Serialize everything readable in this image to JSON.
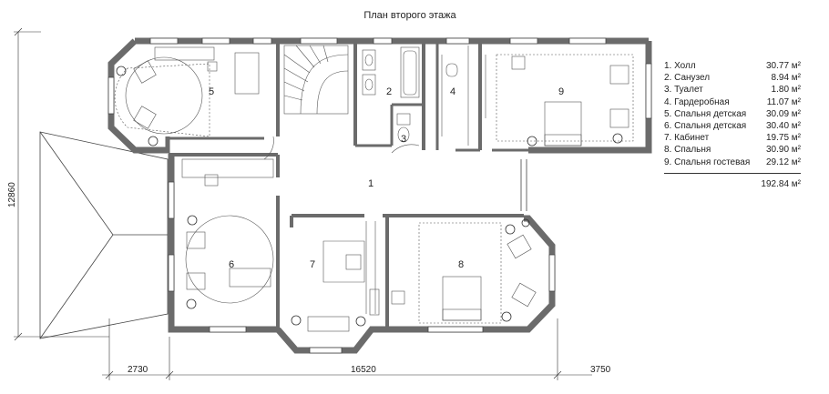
{
  "title": "План второго этажа",
  "rooms": [
    {
      "num": "1",
      "name": "Холл",
      "area": "30.77 м²"
    },
    {
      "num": "2",
      "name": "Санузел",
      "area": "8.94 м²"
    },
    {
      "num": "3",
      "name": "Туалет",
      "area": "1.80 м²"
    },
    {
      "num": "4",
      "name": "Гардеробная",
      "area": "11.07 м²"
    },
    {
      "num": "5",
      "name": "Спальня детская",
      "area": "30.09 м²"
    },
    {
      "num": "6",
      "name": "Спальня детская",
      "area": "30.40 м²"
    },
    {
      "num": "7",
      "name": "Кабинет",
      "area": "19.75 м²"
    },
    {
      "num": "8",
      "name": "Спальня",
      "area": "30.90 м²"
    },
    {
      "num": "9",
      "name": "Спальня гостевая",
      "area": "29.12 м²"
    }
  ],
  "total": "192.84 м²",
  "dims": {
    "height": "12860",
    "left": "2730",
    "main": "16520",
    "right": "3750"
  },
  "colors": {
    "wall": "#6b6b6b",
    "line": "#333333",
    "furniture": "#555555"
  }
}
